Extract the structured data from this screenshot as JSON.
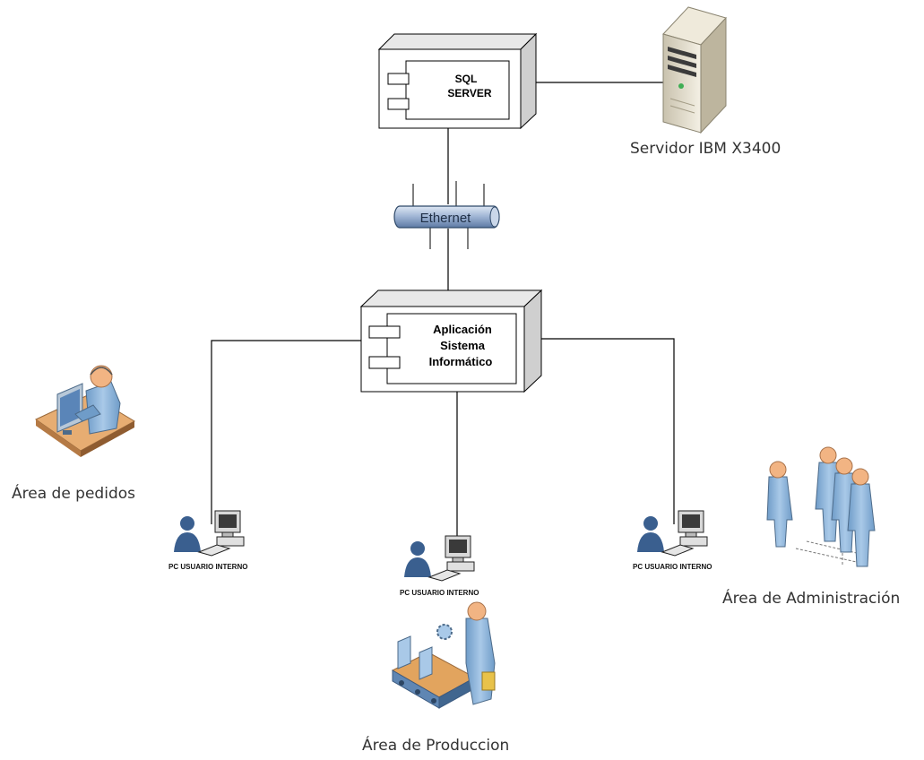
{
  "nodes": {
    "sql_server": {
      "line1": "SQL",
      "line2": "SERVER"
    },
    "app": {
      "line1": "Aplicación",
      "line2": "Sistema",
      "line3": "Informático"
    },
    "ethernet": {
      "label": "Ethernet"
    }
  },
  "labels": {
    "server": "Servidor IBM X3400",
    "pedidos": "Área de pedidos",
    "administracion": "Área de Administración",
    "produccion": "Área de Produccion"
  },
  "pcs": [
    {
      "label": "PC USUARIO INTERNO"
    },
    {
      "label": "PC USUARIO INTERNO"
    },
    {
      "label": "PC USUARIO INTERNO"
    }
  ],
  "colors": {
    "line": "#000000",
    "node_fill": "#ffffff",
    "node_side": "#d4d4d4",
    "bus_fill": "#9db3d3",
    "figure": "#8fb6dc",
    "head": "#f2b483"
  }
}
